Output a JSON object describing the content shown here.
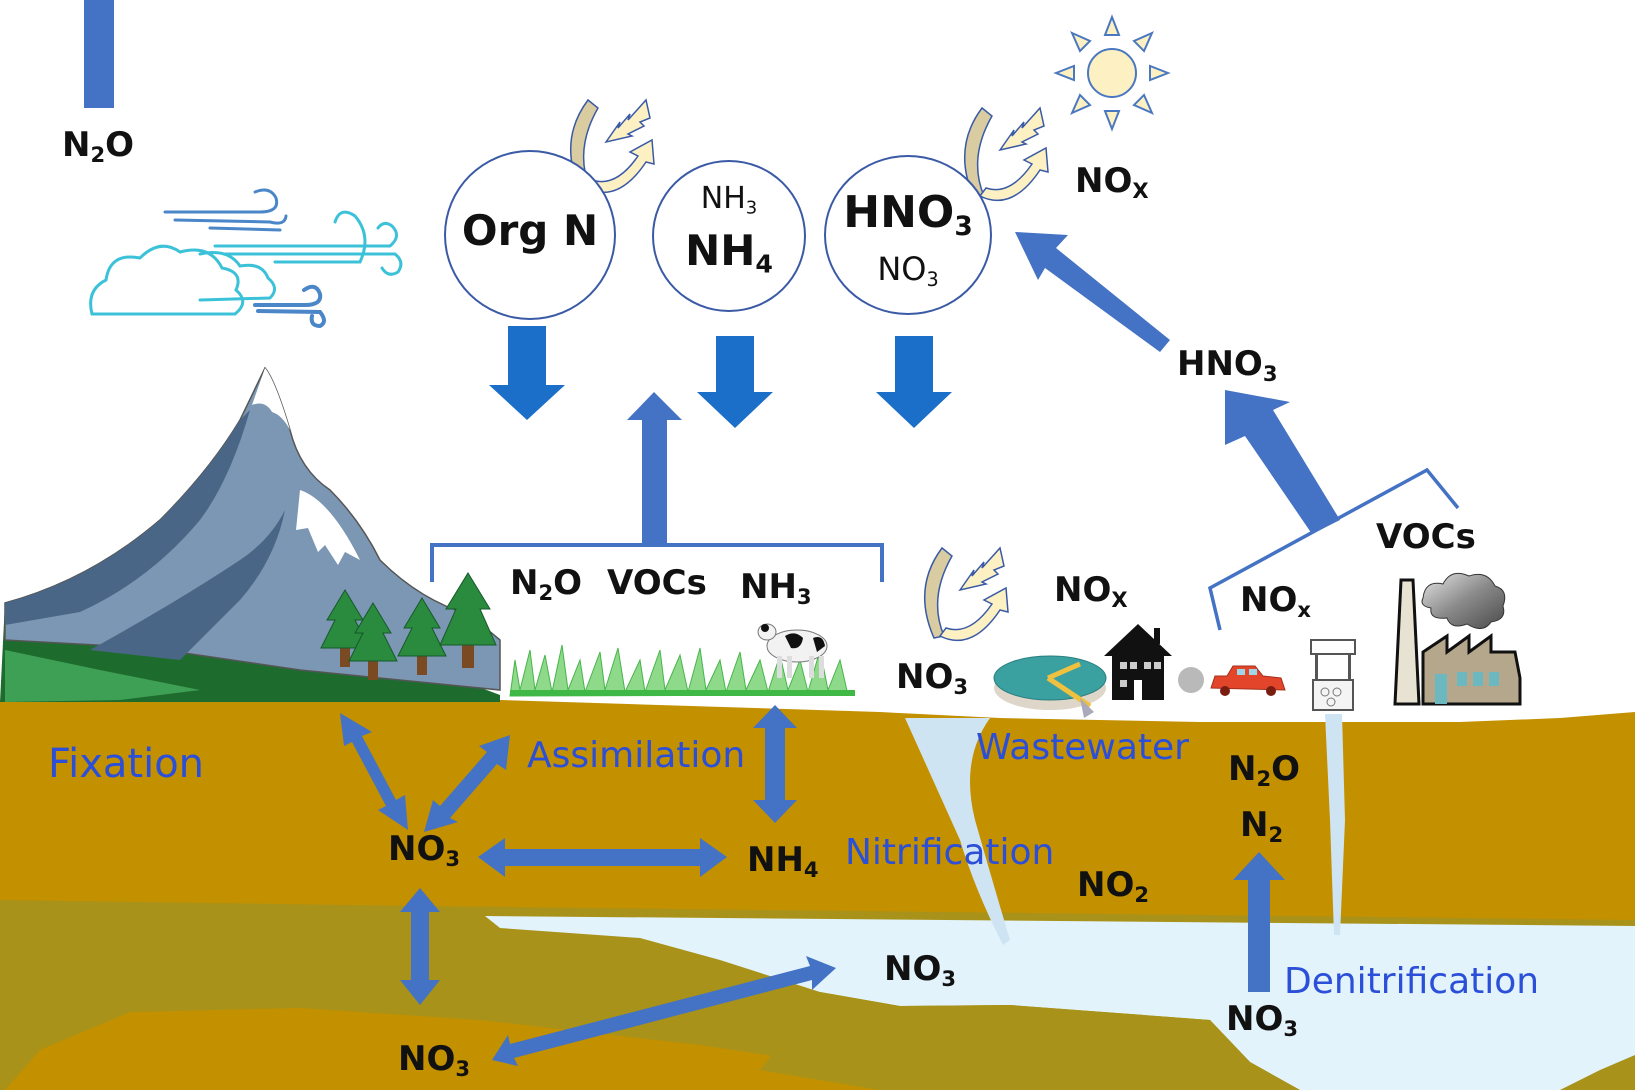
{
  "diagram": {
    "title": "Nitrogen cycle",
    "colors": {
      "arrow_blue": "#4472c4",
      "deposition_blue": "#1b6fc9",
      "process_text": "#2b4fd8",
      "soil_upper": "#c39000",
      "soil_middle": "#a99219",
      "water": "#e2f3fb",
      "circle_border": "#3a5aa6",
      "lightning_fill": "#fdf1c4",
      "sun_fill": "#fdf1c4"
    },
    "atmosphere": {
      "n2o_top": {
        "base": "N",
        "sub": "2",
        "tail": "O"
      },
      "nox_sky": {
        "base": "NO",
        "sub": "X"
      },
      "hno3_mid": {
        "base": "HNO",
        "sub": "3"
      },
      "circles": [
        {
          "id": "org-n",
          "main": "Org N",
          "main_sub": "",
          "secondary": "",
          "secondary_sub": ""
        },
        {
          "id": "nh4",
          "main": "NH",
          "main_sub": "4",
          "secondary": "NH",
          "secondary_sub": "3"
        },
        {
          "id": "hno3",
          "main": "HNO",
          "main_sub": "3",
          "secondary": "NO",
          "secondary_sub": "3"
        }
      ]
    },
    "surface": {
      "emissions_left": [
        {
          "base": "N",
          "sub": "2",
          "tail": "O"
        },
        {
          "base": "VOCs",
          "sub": "",
          "tail": ""
        },
        {
          "base": "NH",
          "sub": "3",
          "tail": ""
        }
      ],
      "nox_wastewater": {
        "base": "NO",
        "sub": "X"
      },
      "no3_wastewater": {
        "base": "NO",
        "sub": "3"
      },
      "nox_traffic": {
        "base": "NO",
        "sub": "x"
      },
      "vocs_industry": {
        "base": "VOCs",
        "sub": ""
      }
    },
    "processes": {
      "fixation": "Fixation",
      "assimilation": "Assimilation",
      "wastewater": "Wastewater",
      "nitrification": "Nitrification",
      "denitrification": "Denitrification"
    },
    "soil": {
      "no3_upper": {
        "base": "NO",
        "sub": "3"
      },
      "nh4_soil": {
        "base": "NH",
        "sub": "4"
      },
      "no2_soil": {
        "base": "NO",
        "sub": "2"
      },
      "n2o_soil": {
        "base": "N",
        "sub": "2",
        "tail": "O"
      },
      "n2_soil": {
        "base": "N",
        "sub": "2"
      },
      "no3_water": {
        "base": "NO",
        "sub": "3"
      },
      "no3_deep": {
        "base": "NO",
        "sub": "3"
      },
      "no3_denit": {
        "base": "NO",
        "sub": "3"
      }
    }
  }
}
